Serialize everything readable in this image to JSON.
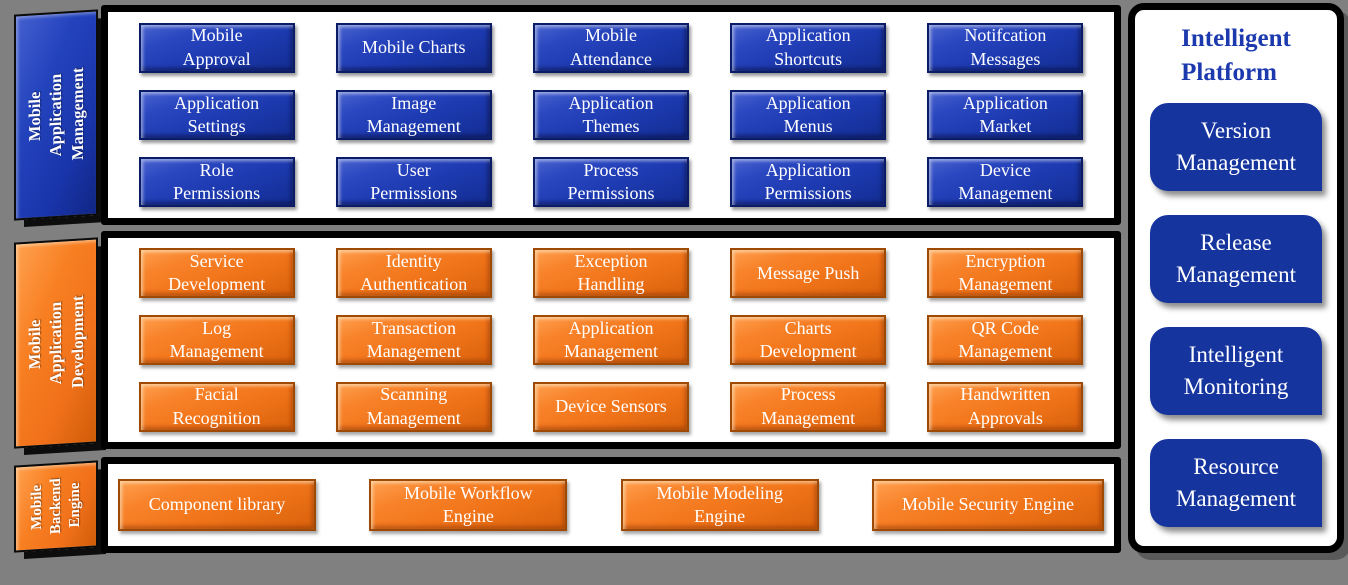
{
  "colors": {
    "background": "#808080",
    "blue_button": "#1d3ab1",
    "orange_button": "#f2751a",
    "sidebar_button_blue": "#16349e",
    "sidebar_title_blue": "#1c3aae",
    "panel_border": "#000000",
    "button_text": "#ffffff"
  },
  "sections": [
    {
      "tab_label": "Mobile Application\nManagement",
      "color": "blue",
      "buttons": [
        "Mobile\nApproval",
        "Mobile Charts",
        "Mobile\nAttendance",
        "Application\nShortcuts",
        "Notifcation\nMessages",
        "Application\nSettings",
        "Image\nManagement",
        "Application\nThemes",
        "Application\nMenus",
        "Application\nMarket",
        "Role\nPermissions",
        "User\nPermissions",
        "Process\nPermissions",
        "Application\nPermissions",
        "Device\nManagement"
      ]
    },
    {
      "tab_label": "Mobile Application\nDevelopment",
      "color": "orange",
      "buttons": [
        "Service\nDevelopment",
        "Identity\nAuthentication",
        "Exception\nHandling",
        "Message Push",
        "Encryption\nManagement",
        "Log\nManagement",
        "Transaction\nManagement",
        "Application\nManagement",
        "Charts\nDevelopment",
        "QR Code\nManagement",
        "Facial\nRecognition",
        "Scanning\nManagement",
        "Device Sensors",
        "Process\nManagement",
        "Handwritten\nApprovals"
      ]
    },
    {
      "tab_label": "Mobile\nBackend\nEngine",
      "color": "orange",
      "buttons": [
        "Component library",
        "Mobile Workflow\nEngine",
        "Mobile Modeling\nEngine",
        "Mobile Security Engine"
      ]
    }
  ],
  "sidebar": {
    "title": "Intelligent\nPlatform",
    "items": [
      "Version\nManagement",
      "Release\nManagement",
      "Intelligent\nMonitoring",
      "Resource\nManagement"
    ]
  }
}
